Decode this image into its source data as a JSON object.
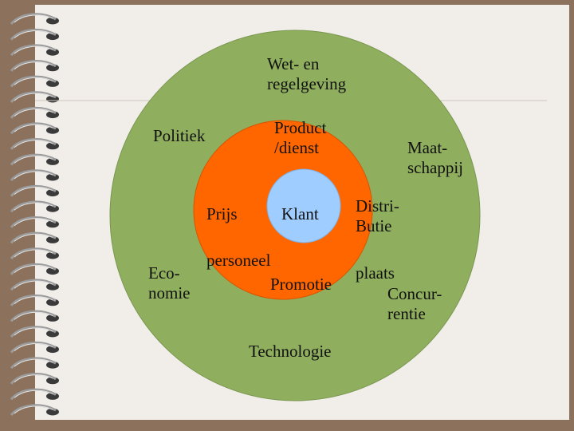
{
  "colors": {
    "background": "#8c715c",
    "paper": "#f1eeea",
    "outer_ring": "#8fae5e",
    "middle_ring": "#ff6600",
    "center": "#9fcdff"
  },
  "decor": {
    "binding": "spiral-binding-rings"
  },
  "diagram": {
    "outer": {
      "wet_regelgeving": "Wet- en\nregelgeving",
      "politiek": "Politiek",
      "maatschappij": "Maat-\nschappij",
      "economie": "Eco-\nnomie",
      "concurrentie": "Concur-\nrentie",
      "technologie": "Technologie"
    },
    "middle": {
      "product_dienst": "Product\n/dienst",
      "prijs": "Prijs",
      "distributie": "Distri-\nButie",
      "personeel": "personeel",
      "plaats": "plaats",
      "promotie": "Promotie"
    },
    "center": {
      "klant": "Klant"
    }
  }
}
